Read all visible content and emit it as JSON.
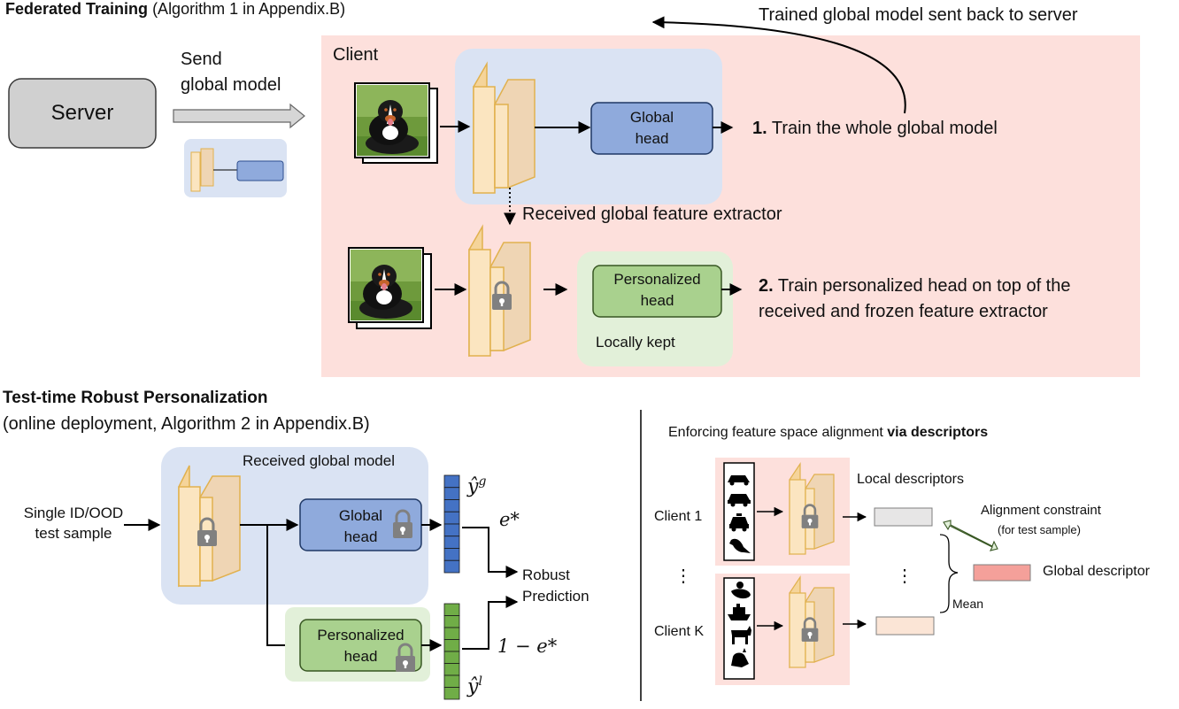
{
  "colors": {
    "client_bg": "#fde0dc",
    "global_model_bg": "#dae3f3",
    "local_bg": "#e2f0d9",
    "global_head_fill": "#8faadc",
    "personalized_head_fill": "#a9d18e",
    "feature_extractor_fill": "#fbe5c0",
    "feature_extractor_edge": "#e1b14e",
    "server_fill": "#d0d0d0",
    "global_output_vector": "#4472c4",
    "local_output_vector": "#70ad47",
    "global_descriptor": "#f4a09a",
    "local_descriptor_1": "#e7e6e6",
    "local_descriptor_k": "#fbe5d6"
  },
  "header": {
    "federated_title": "Federated Training",
    "federated_subtitle": "(Algorithm 1 in Appendix.B)"
  },
  "top": {
    "server_label": "Server",
    "send_label_line1": "Send",
    "send_label_line2": "global model",
    "client_label": "Client",
    "global_head_line1": "Global",
    "global_head_line2": "head",
    "step1_num": "1.",
    "step1_text": "Train the whole global model",
    "sent_back": "Trained global model sent back to server",
    "received_extractor": "Received global feature extractor",
    "personalized_head_line1": "Personalized",
    "personalized_head_line2": "head",
    "locally_kept": "Locally kept",
    "step2_num": "2.",
    "step2_line1": "Train personalized head on top of the",
    "step2_line2": "received and frozen feature extractor"
  },
  "bottom": {
    "title": "Test-time Robust Personalization",
    "subtitle": "(online deployment, Algorithm 2 in Appendix.B)",
    "received_global_model": "Received global model",
    "input_line1": "Single ID/OOD",
    "input_line2": "test sample",
    "global_head_line1": "Global",
    "global_head_line2": "head",
    "personalized_head_line1": "Personalized",
    "personalized_head_line2": "head",
    "y_global": "ŷ",
    "y_global_sup": "g",
    "y_local": "ŷ",
    "y_local_sup": "l",
    "e_star": "e*",
    "one_minus_e": "1 − e*",
    "robust_line1": "Robust",
    "robust_line2": "Prediction"
  },
  "right": {
    "title_plain": "Enforcing feature space alignment ",
    "title_bold": "via descriptors",
    "local_descriptors": "Local descriptors",
    "client1": "Client 1",
    "clientK": "Client K",
    "vdots_left": "⋮",
    "vdots_right": "⋮",
    "alignment_line1": "Alignment constraint",
    "alignment_line2": "(for test sample)",
    "global_descriptor": "Global descriptor",
    "mean": "Mean"
  }
}
